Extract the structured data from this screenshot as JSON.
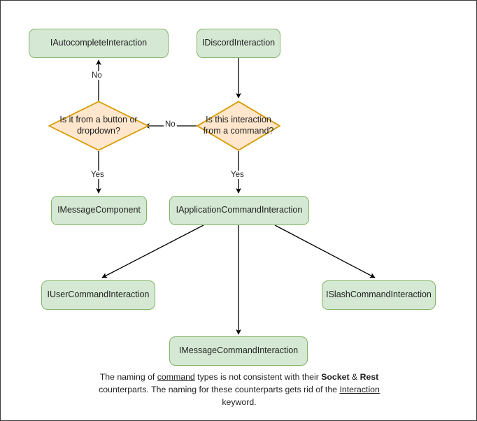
{
  "diagram": {
    "type": "flowchart",
    "title_present": false,
    "colors": {
      "box_fill": "#d5e8d4",
      "box_stroke": "#82b366",
      "diamond_fill": "#ffe6cc",
      "diamond_stroke": "#d79b00",
      "edge_stroke": "#000000",
      "text": "#1f1f1f",
      "canvas_border": "#3a3a3a",
      "background": "#ffffff"
    },
    "nodes": [
      {
        "id": "autocomplete",
        "shape": "box",
        "label": "IAutocompleteInteraction"
      },
      {
        "id": "discord",
        "shape": "box",
        "label": "IDiscordInteraction"
      },
      {
        "id": "q_button_dropdown",
        "shape": "diamond",
        "label": "Is it from a button or dropdown?"
      },
      {
        "id": "q_command",
        "shape": "diamond",
        "label": "Is this interaction from a command?"
      },
      {
        "id": "message_component",
        "shape": "box",
        "label": "IMessageComponent"
      },
      {
        "id": "app_command",
        "shape": "box",
        "label": "IApplicationCommandInteraction"
      },
      {
        "id": "user_command",
        "shape": "box",
        "label": "IUserCommandInteraction"
      },
      {
        "id": "slash_command",
        "shape": "box",
        "label": "ISlashCommandInteraction"
      },
      {
        "id": "message_command",
        "shape": "box",
        "label": "IMessageCommandInteraction"
      }
    ],
    "edges": [
      {
        "from": "discord",
        "to": "q_command",
        "label": ""
      },
      {
        "from": "q_command",
        "to": "q_button_dropdown",
        "label": "No"
      },
      {
        "from": "q_command",
        "to": "app_command",
        "label": "Yes"
      },
      {
        "from": "q_button_dropdown",
        "to": "autocomplete",
        "label": "No"
      },
      {
        "from": "q_button_dropdown",
        "to": "message_component",
        "label": "Yes"
      },
      {
        "from": "app_command",
        "to": "user_command",
        "label": ""
      },
      {
        "from": "app_command",
        "to": "message_command",
        "label": ""
      },
      {
        "from": "app_command",
        "to": "slash_command",
        "label": ""
      }
    ]
  },
  "footnote": {
    "line1_a": "The naming of ",
    "line1_u": "command",
    "line1_b": " types is not consistent with their",
    "line2_a": "",
    "line2_b1": "Socket",
    "line2_mid": " & ",
    "line2_b2": "Rest",
    "line2_c": " counterparts. The naming for these",
    "line3_a": "counterparts gets rid of the ",
    "line3_u": "Interaction",
    "line3_b": " keyword."
  }
}
